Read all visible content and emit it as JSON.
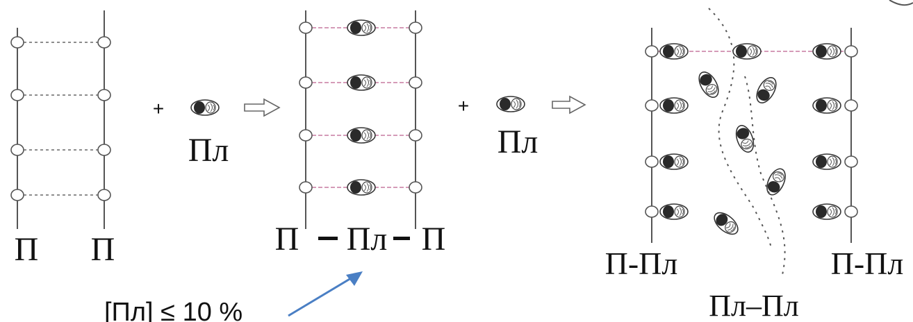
{
  "labels": {
    "polymer_a": "П",
    "polymer_b": "П",
    "plasticizer_1": "Пл",
    "plasticizer_2": "Пл",
    "complex_left": "П",
    "complex_mid": "Пл",
    "complex_right": "П",
    "final_left": "П-Пл",
    "final_right": "П-Пл",
    "final_bottom": "Пл–Пл",
    "concentration": "[Пл] ≤ 10 %"
  },
  "operators": {
    "plus_1": "+",
    "plus_2": "+"
  },
  "colors": {
    "line": "#555555",
    "ellipse_fill": "#2a2a2a",
    "link": "#c77aa0",
    "arrow": "#4a7fc4"
  }
}
